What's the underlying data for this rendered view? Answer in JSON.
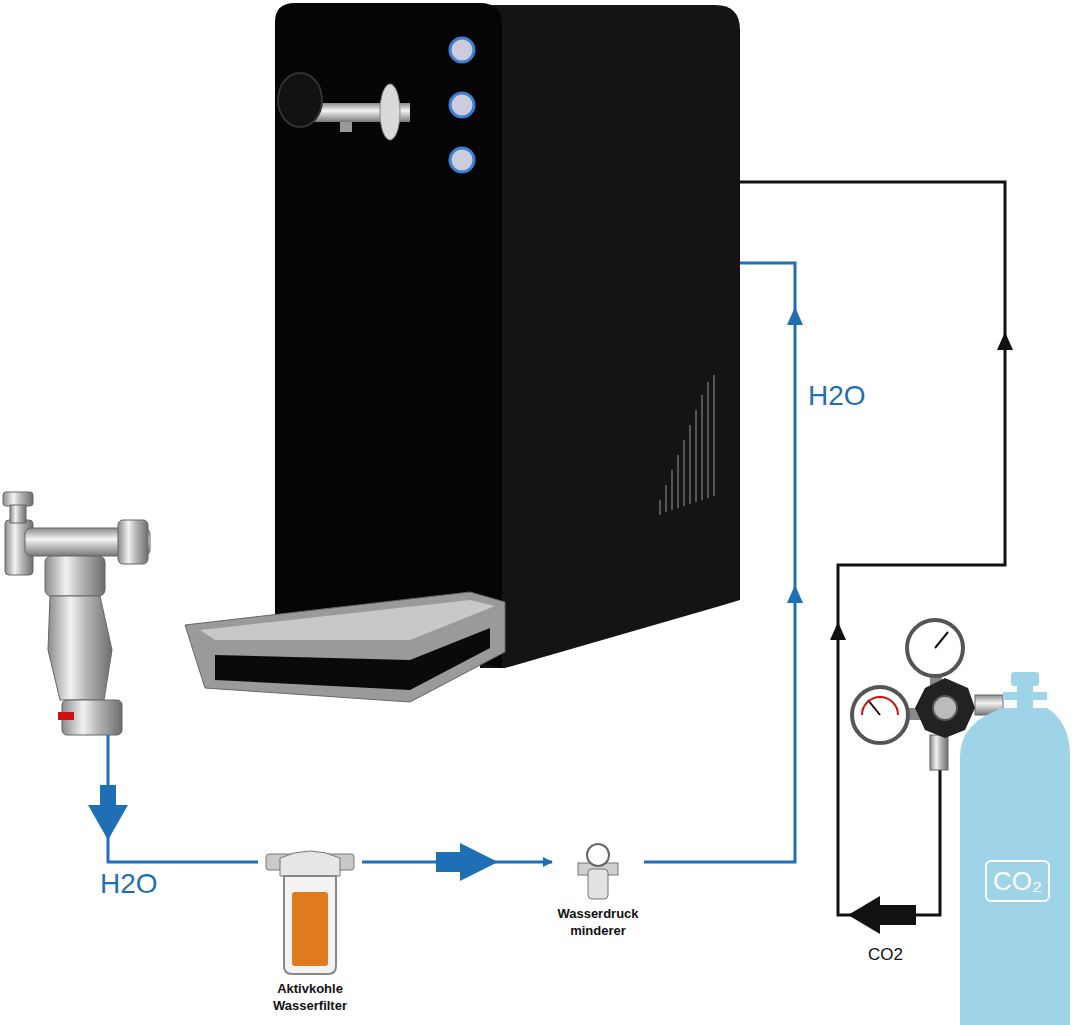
{
  "diagram": {
    "nodes": [
      {
        "text": [
          "Aktivkohle Wasserfilter"
        ]
      },
      {
        "text": [
          "Wasserdruck minderer"
        ]
      },
      {
        "text": [
          "CO₂"
        ]
      }
    ],
    "edges": [
      {
        "from": 0,
        "to": 1,
        "arrow": "to"
      }
    ],
    "labels": [
      "H2O",
      "H2O",
      "CO2"
    ]
  }
}
